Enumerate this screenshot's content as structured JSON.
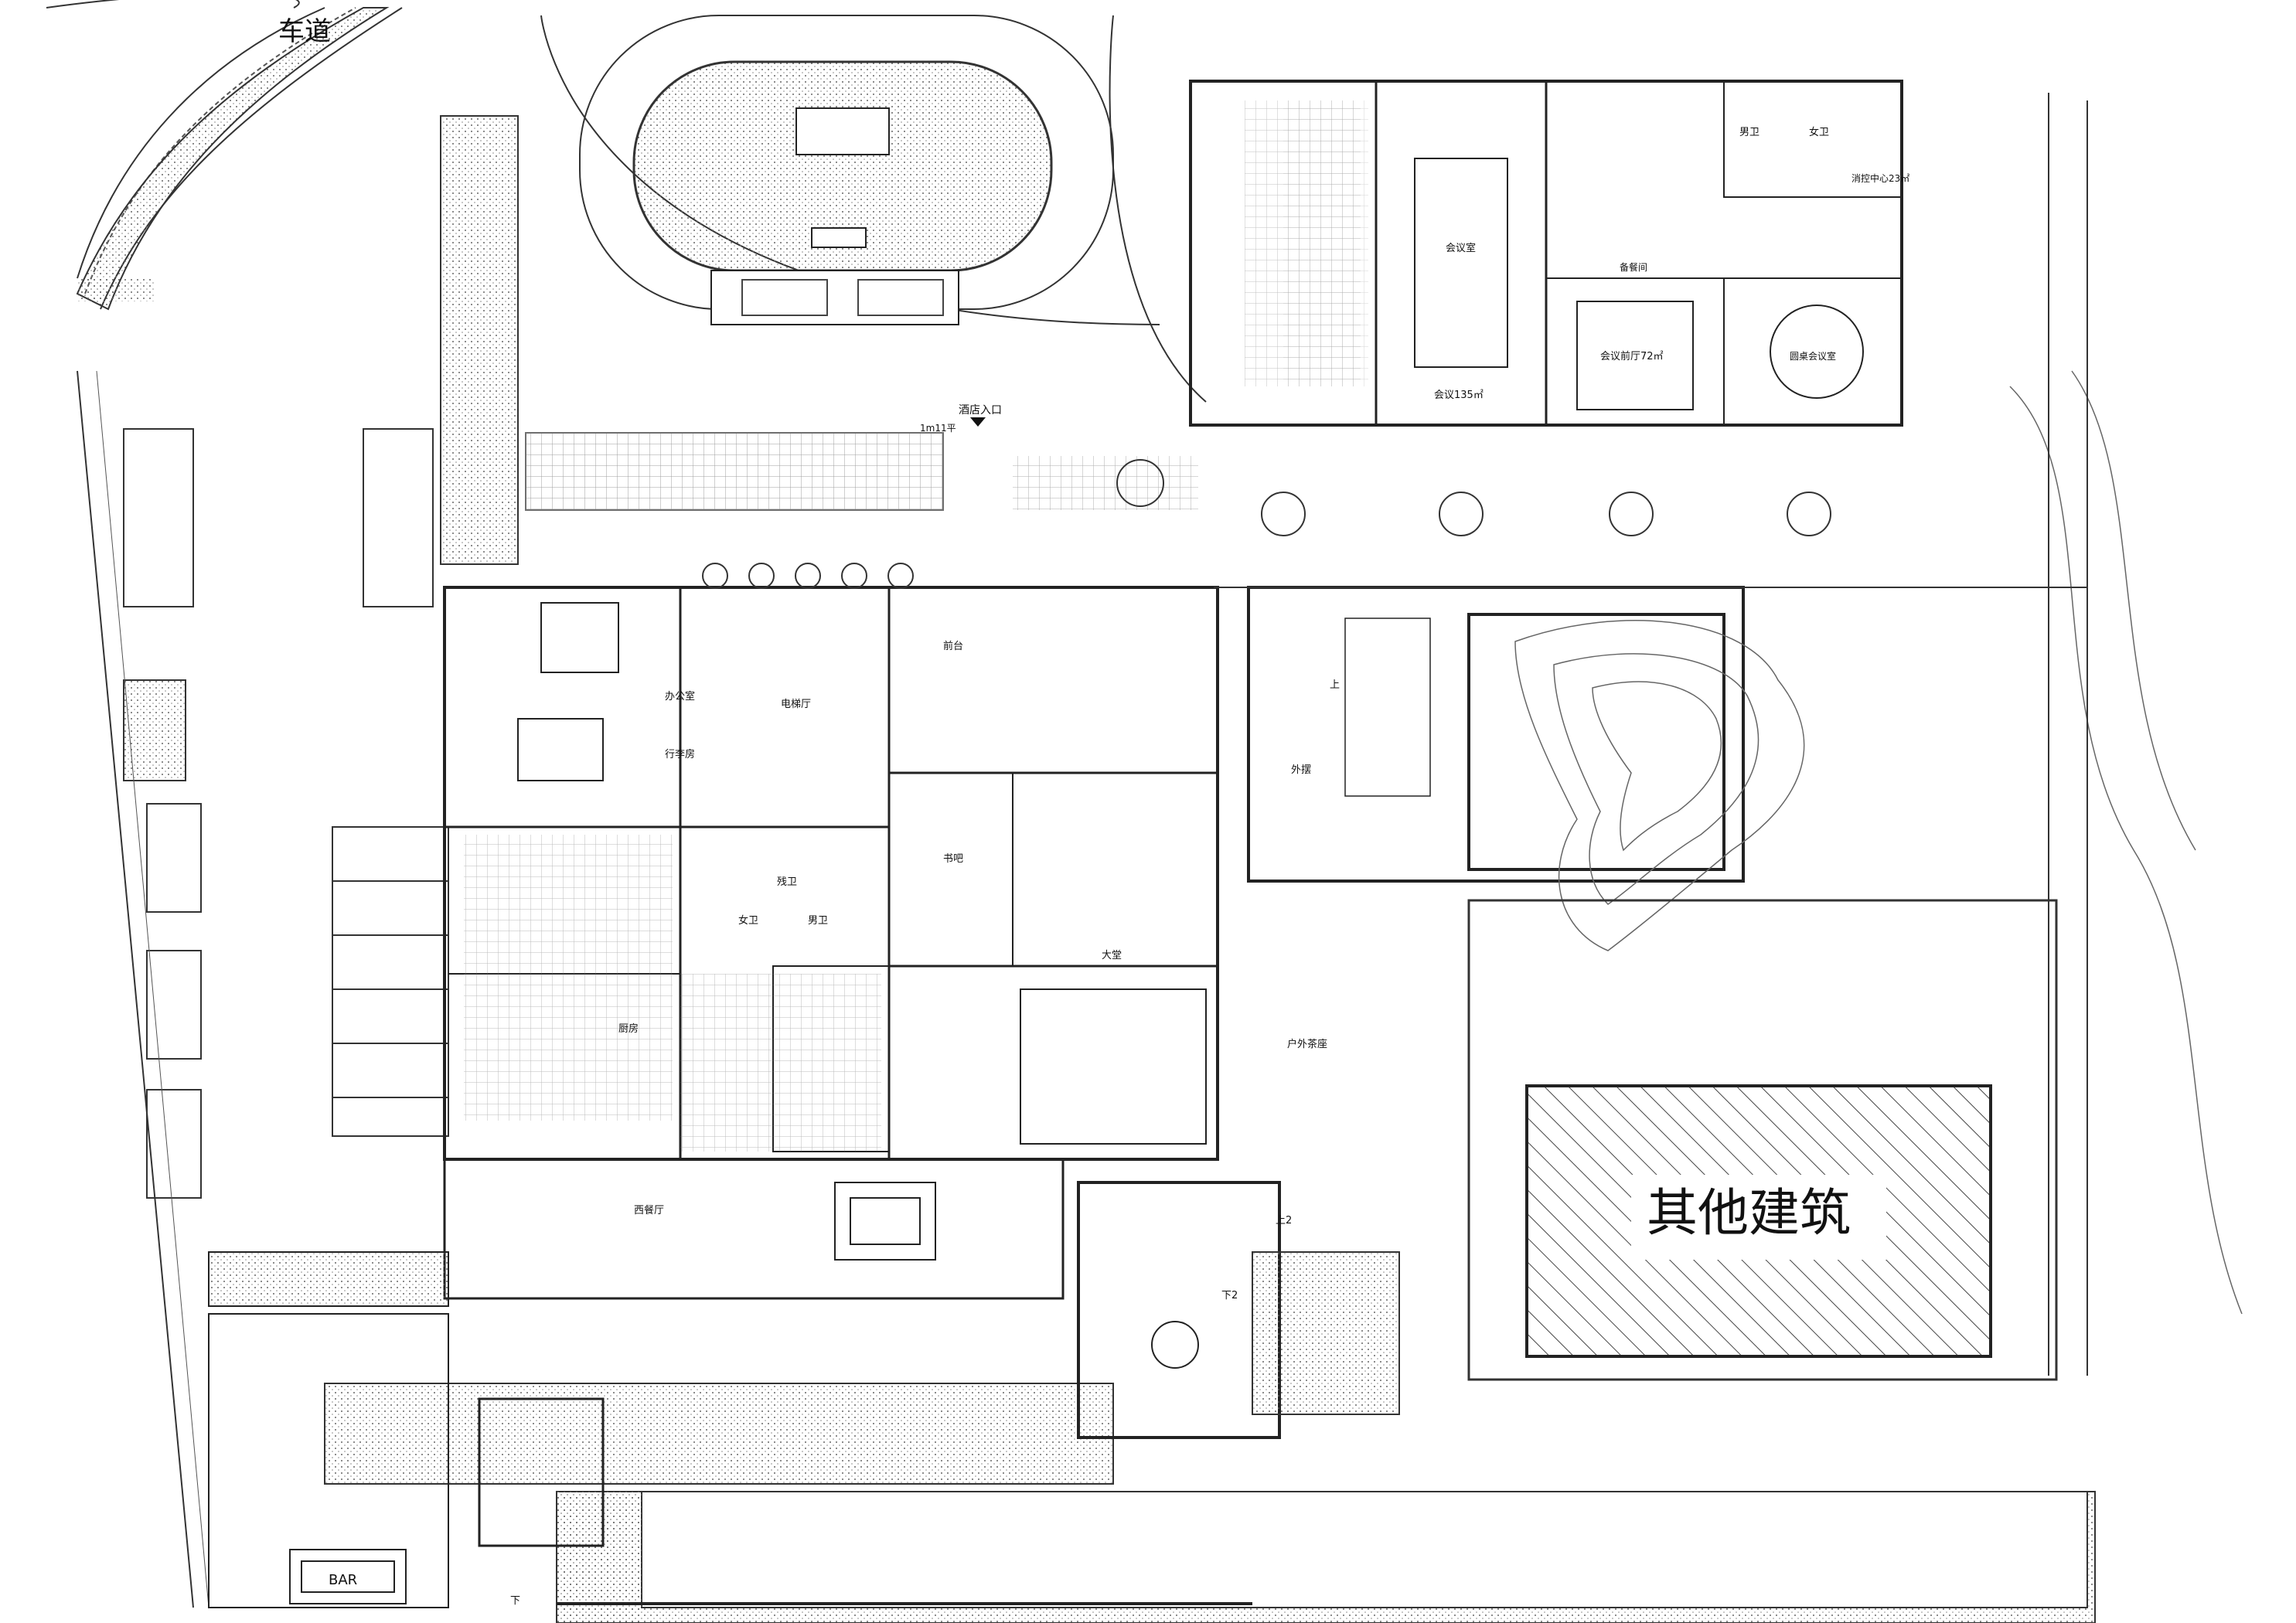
{
  "labels": {
    "driveway": "车道",
    "other_building": "其他建筑",
    "bar": "BAR",
    "hotel_entrance": "酒店入口",
    "elevation": "1m11平",
    "outdoor_cafe": "户外茶座",
    "outside": "外摆",
    "lobby": "大堂",
    "study": "书吧",
    "front_desk": "前台",
    "elevator_hall": "电梯厅",
    "office": "办公室",
    "luggage": "行李房",
    "kitchen": "厨房",
    "restaurant": "西餐厅",
    "women": "女卫",
    "men": "男卫",
    "disabled_wc": "残卫",
    "meeting_135": "会议135㎡",
    "meeting_room": "会议室",
    "multi_hall": "会议前厅72㎡",
    "round_table": "圆桌会议室",
    "fire_control": "消控中心23㎡",
    "storage": "备餐间",
    "up": "上",
    "down": "下",
    "up2": "上2",
    "down2": "下2"
  },
  "colors": {
    "line": "#222222",
    "hatch": "#555555",
    "accent": "#333333"
  }
}
